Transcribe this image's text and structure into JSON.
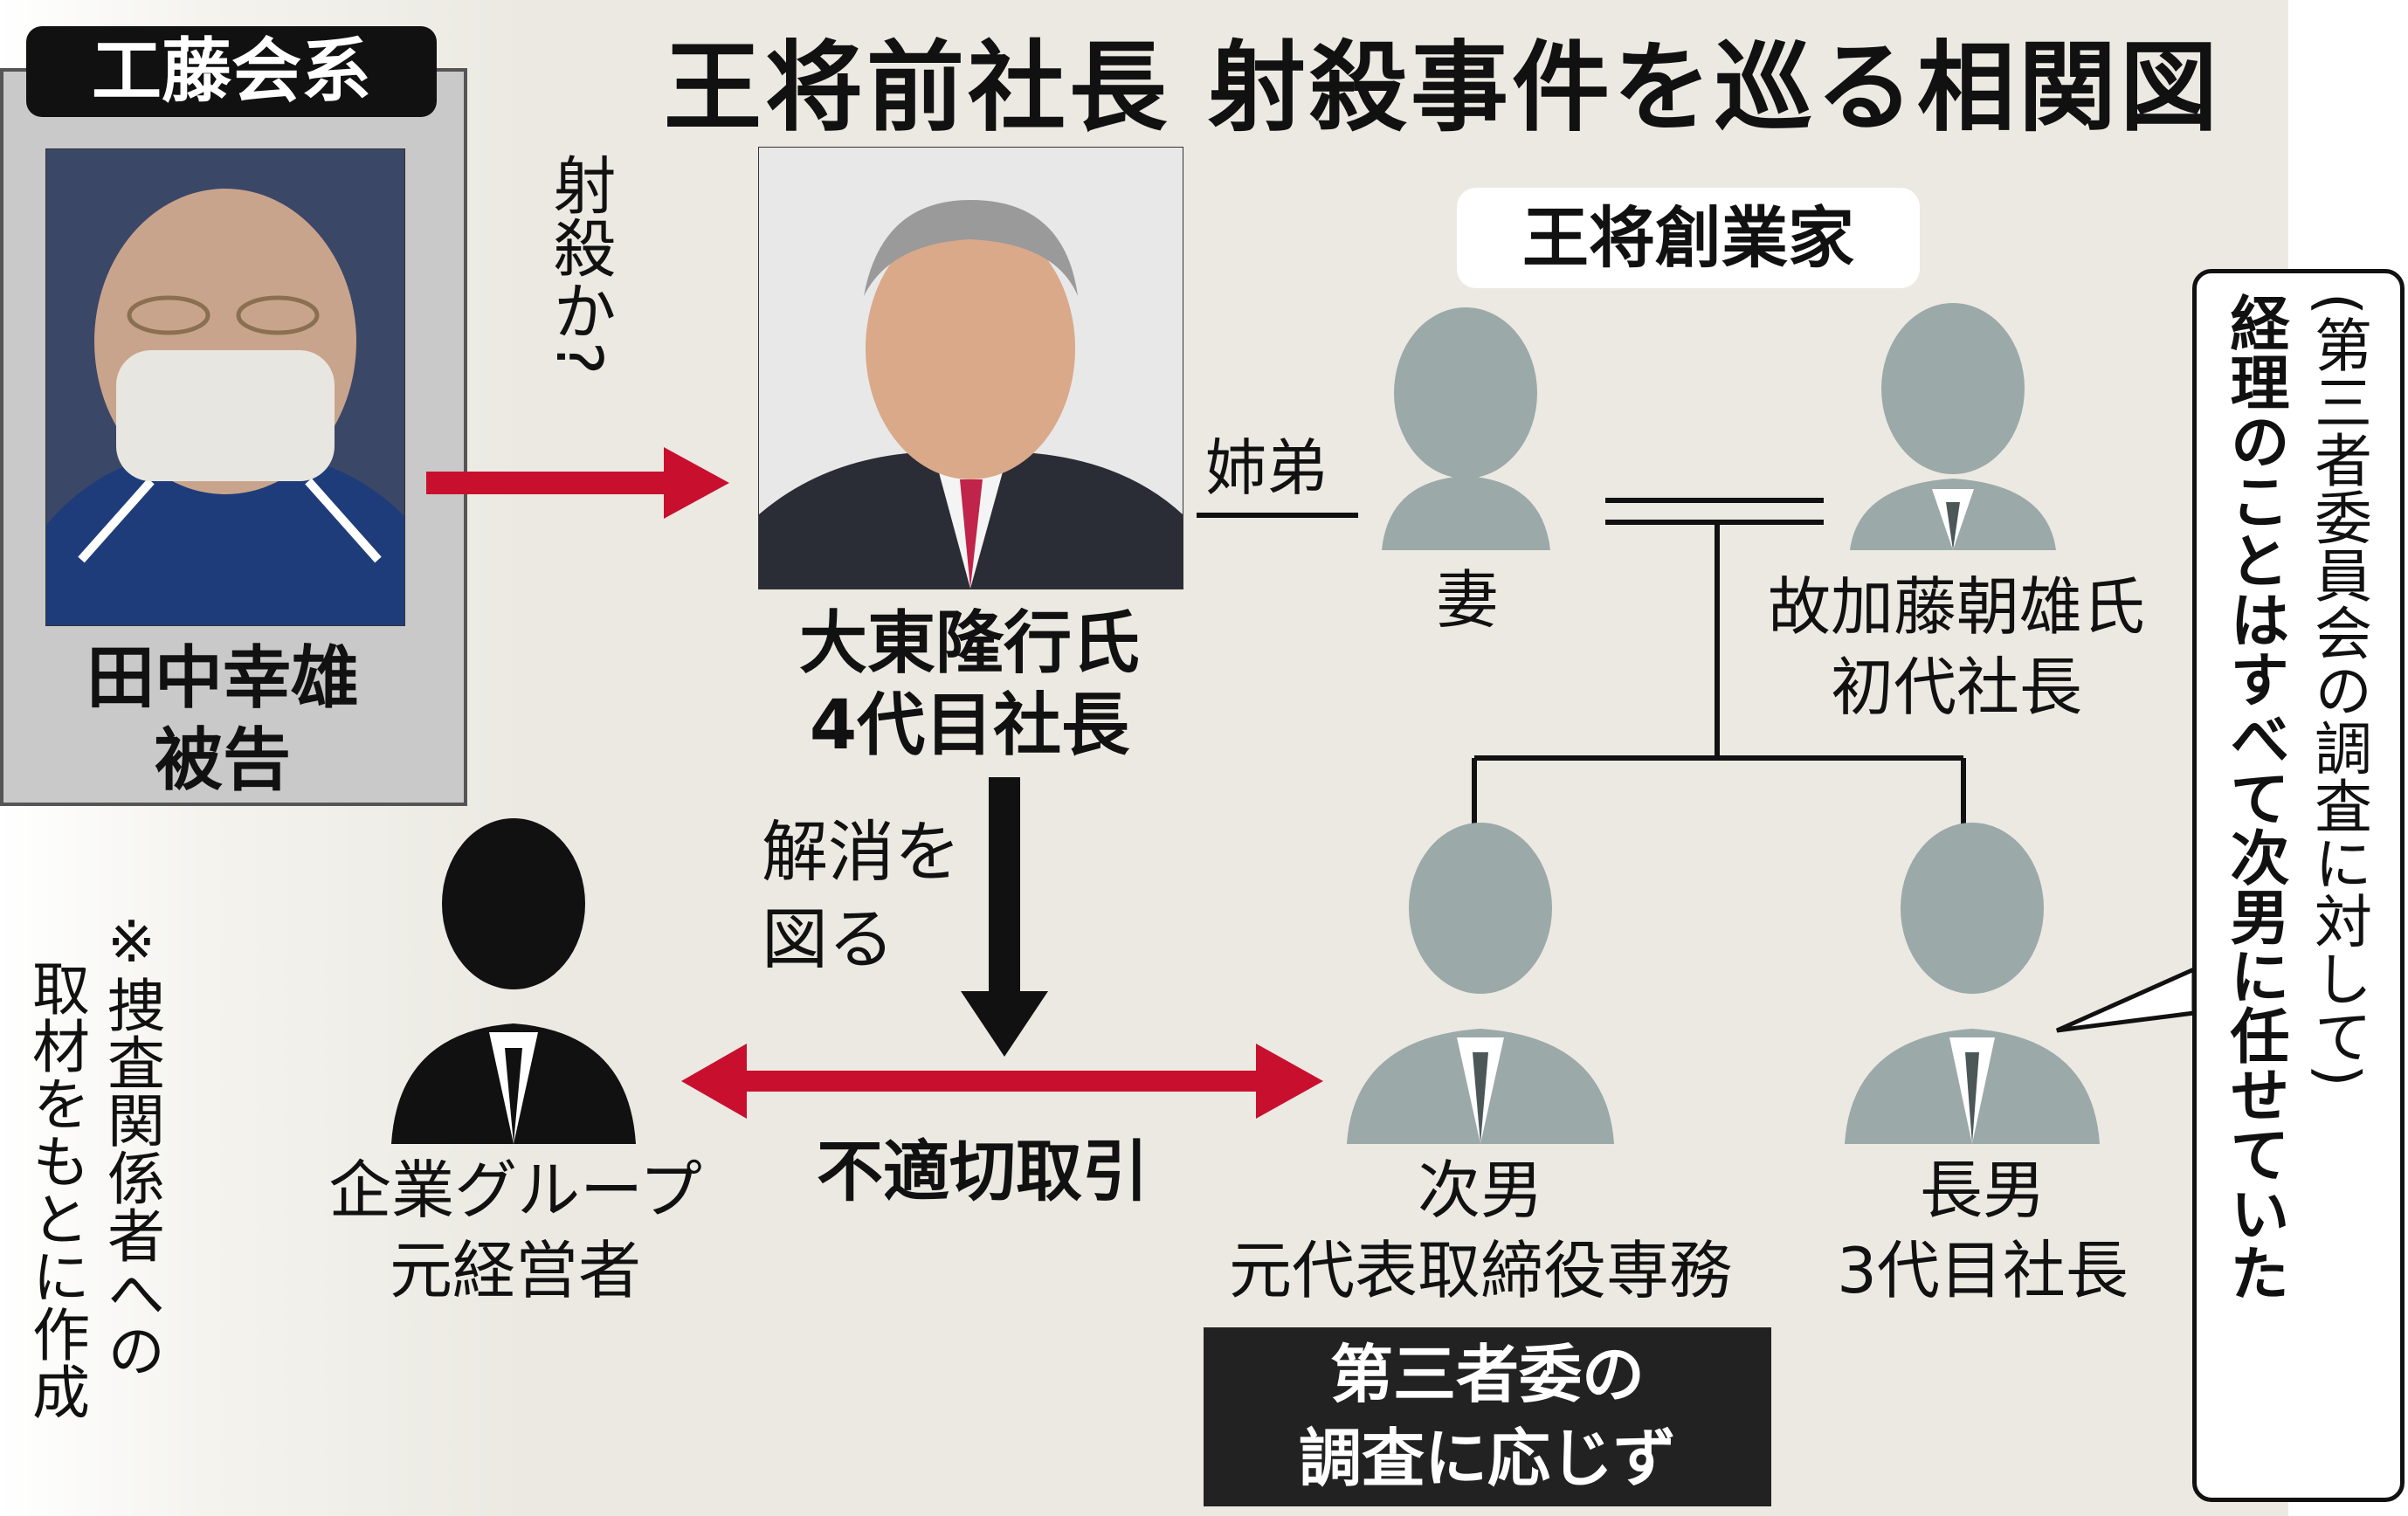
{
  "title": "王将前社長 射殺事件を巡る相関図",
  "group_tag": "工藤会系",
  "family_tag": "王将創業家",
  "defendant": {
    "name": "田中幸雄",
    "role": "被告"
  },
  "arrow_shoot_label": "射殺か?",
  "president4": {
    "name": "大東隆行氏",
    "role": "4代目社長"
  },
  "sibling_label": "姉弟",
  "wife": {
    "name": "妻"
  },
  "founder": {
    "name": "故加藤朝雄氏",
    "role": "初代社長"
  },
  "resolve_label_1": "解消を",
  "resolve_label_2": "図る",
  "improper_label": "不適切取引",
  "former_manager": {
    "name": "企業グループ",
    "role": "元経営者"
  },
  "second_son": {
    "name": "次男",
    "role": "元代表取締役専務"
  },
  "eldest_son": {
    "name": "長男",
    "role": "3代目社長"
  },
  "refused_panel": {
    "line1": "第三者委の",
    "line2": "調査に応じず"
  },
  "note": {
    "line1": "※捜査関係者への",
    "line2": "取材をもとに作成"
  },
  "quote": {
    "line1": "(第三者委員会の調査に対して)",
    "line2": "経理のことはすべて次男に任せていた"
  },
  "colors": {
    "accent_red": "#c8102e",
    "silhouette_gray": "#9ba9a9",
    "silhouette_black": "#111111"
  }
}
